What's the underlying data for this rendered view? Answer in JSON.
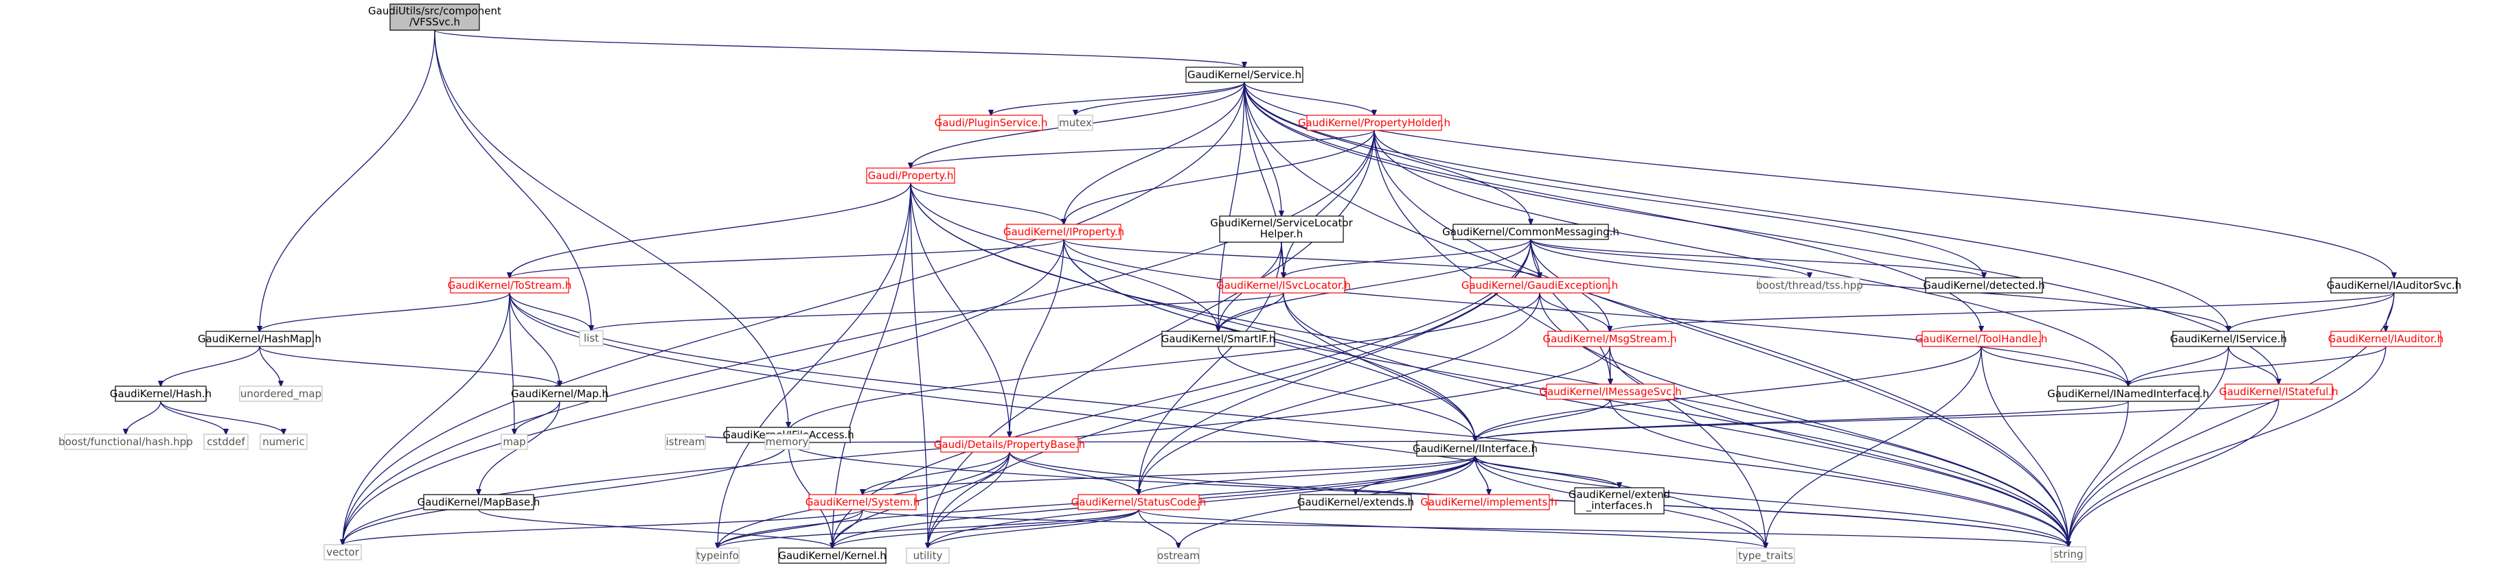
{
  "diagram": {
    "type": "include-dependency-graph",
    "nodes": [
      {
        "id": "root",
        "label": "GaudiUtils/src/component\n/VFSSvc.h",
        "style": "root"
      },
      {
        "id": "service",
        "label": "GaudiKernel/Service.h",
        "style": "plain"
      },
      {
        "id": "hashmap",
        "label": "GaudiKernel/HashMap.h",
        "style": "plain"
      },
      {
        "id": "ifileaccess",
        "label": "GaudiKernel/IFileAccess.h",
        "style": "plain"
      },
      {
        "id": "list",
        "label": "list",
        "style": "sys"
      },
      {
        "id": "vector",
        "label": "vector",
        "style": "sys"
      },
      {
        "id": "property",
        "label": "Gaudi/Property.h",
        "style": "red"
      },
      {
        "id": "pluginservice",
        "label": "Gaudi/PluginService.h",
        "style": "red"
      },
      {
        "id": "mutex",
        "label": "mutex",
        "style": "sys"
      },
      {
        "id": "propertyholder",
        "label": "GaudiKernel/PropertyHolder.h",
        "style": "red"
      },
      {
        "id": "servicelocatorhelper",
        "label": "GaudiKernel/ServiceLocator\nHelper.h",
        "style": "plain"
      },
      {
        "id": "commonmessaging",
        "label": "GaudiKernel/CommonMessaging.h",
        "style": "plain"
      },
      {
        "id": "iauditorsvc",
        "label": "GaudiKernel/IAuditorSvc.h",
        "style": "plain"
      },
      {
        "id": "iproperty",
        "label": "GaudiKernel/IProperty.h",
        "style": "red"
      },
      {
        "id": "tostream",
        "label": "GaudiKernel/ToStream.h",
        "style": "red"
      },
      {
        "id": "isvclocator",
        "label": "GaudiKernel/ISvcLocator.h",
        "style": "red"
      },
      {
        "id": "gaudiexception",
        "label": "GaudiKernel/GaudiException.h",
        "style": "red"
      },
      {
        "id": "threadtss",
        "label": "boost/thread/tss.hpp",
        "style": "sys"
      },
      {
        "id": "detected",
        "label": "GaudiKernel/detected.h",
        "style": "plain"
      },
      {
        "id": "smartif",
        "label": "GaudiKernel/SmartIF.h",
        "style": "plain"
      },
      {
        "id": "msgstream",
        "label": "GaudiKernel/MsgStream.h",
        "style": "red"
      },
      {
        "id": "toolhandle",
        "label": "GaudiKernel/ToolHandle.h",
        "style": "red"
      },
      {
        "id": "iservice",
        "label": "GaudiKernel/IService.h",
        "style": "plain"
      },
      {
        "id": "iauditor",
        "label": "GaudiKernel/IAuditor.h",
        "style": "red"
      },
      {
        "id": "hash",
        "label": "GaudiKernel/Hash.h",
        "style": "plain"
      },
      {
        "id": "unordered_map",
        "label": "unordered_map",
        "style": "sys"
      },
      {
        "id": "map_h",
        "label": "GaudiKernel/Map.h",
        "style": "plain"
      },
      {
        "id": "boosthash",
        "label": "boost/functional/hash.hpp",
        "style": "sys"
      },
      {
        "id": "cstddef",
        "label": "cstddef",
        "style": "sys"
      },
      {
        "id": "numeric",
        "label": "numeric",
        "style": "sys"
      },
      {
        "id": "map",
        "label": "map",
        "style": "sys"
      },
      {
        "id": "istream",
        "label": "istream",
        "style": "sys"
      },
      {
        "id": "memory",
        "label": "memory",
        "style": "sys"
      },
      {
        "id": "imessagesvc",
        "label": "GaudiKernel/IMessageSvc.h",
        "style": "red"
      },
      {
        "id": "inamedinterface",
        "label": "GaudiKernel/INamedInterface.h",
        "style": "plain"
      },
      {
        "id": "istateful",
        "label": "GaudiKernel/IStateful.h",
        "style": "red"
      },
      {
        "id": "propertybase",
        "label": "Gaudi/Details/PropertyBase.h",
        "style": "red"
      },
      {
        "id": "iinterface",
        "label": "GaudiKernel/IInterface.h",
        "style": "plain"
      },
      {
        "id": "mapbase",
        "label": "GaudiKernel/MapBase.h",
        "style": "plain"
      },
      {
        "id": "system",
        "label": "GaudiKernel/System.h",
        "style": "red"
      },
      {
        "id": "statuscode",
        "label": "GaudiKernel/StatusCode.h",
        "style": "red"
      },
      {
        "id": "extends",
        "label": "GaudiKernel/extends.h",
        "style": "plain"
      },
      {
        "id": "implements",
        "label": "GaudiKernel/implements.h",
        "style": "red"
      },
      {
        "id": "extendinterfaces",
        "label": "GaudiKernel/extend\n_interfaces.h",
        "style": "plain"
      },
      {
        "id": "kernel",
        "label": "GaudiKernel/Kernel.h",
        "style": "plain"
      },
      {
        "id": "typeinfo",
        "label": "typeinfo",
        "style": "sys"
      },
      {
        "id": "utility",
        "label": "utility",
        "style": "sys"
      },
      {
        "id": "ostream",
        "label": "ostream",
        "style": "sys"
      },
      {
        "id": "type_traits",
        "label": "type_traits",
        "style": "sys"
      },
      {
        "id": "string",
        "label": "string",
        "style": "sys"
      }
    ],
    "edges": [
      [
        "root",
        "service"
      ],
      [
        "root",
        "hashmap"
      ],
      [
        "root",
        "ifileaccess"
      ],
      [
        "root",
        "list"
      ],
      [
        "service",
        "vector"
      ],
      [
        "service",
        "property"
      ],
      [
        "service",
        "pluginservice"
      ],
      [
        "service",
        "mutex"
      ],
      [
        "service",
        "propertyholder"
      ],
      [
        "service",
        "servicelocatorhelper"
      ],
      [
        "service",
        "commonmessaging"
      ],
      [
        "service",
        "iauditorsvc"
      ],
      [
        "service",
        "iproperty"
      ],
      [
        "service",
        "isvclocator"
      ],
      [
        "service",
        "smartif"
      ],
      [
        "service",
        "toolhandle"
      ],
      [
        "service",
        "iservice"
      ],
      [
        "service",
        "istateful"
      ],
      [
        "service",
        "string"
      ],
      [
        "propertyholder",
        "property"
      ],
      [
        "propertyholder",
        "iproperty"
      ],
      [
        "propertyholder",
        "isvclocator"
      ],
      [
        "propertyholder",
        "detected"
      ],
      [
        "propertyholder",
        "inamedinterface"
      ],
      [
        "propertyholder",
        "vector"
      ],
      [
        "propertyholder",
        "utility"
      ],
      [
        "propertyholder",
        "string"
      ],
      [
        "propertyholder",
        "type_traits"
      ],
      [
        "property",
        "iproperty"
      ],
      [
        "property",
        "tostream"
      ],
      [
        "property",
        "propertybase"
      ],
      [
        "property",
        "smartif"
      ],
      [
        "property",
        "typeinfo"
      ],
      [
        "property",
        "kernel"
      ],
      [
        "property",
        "utility"
      ],
      [
        "property",
        "iinterface"
      ],
      [
        "property",
        "string"
      ],
      [
        "iproperty",
        "tostream"
      ],
      [
        "iproperty",
        "gaudiexception"
      ],
      [
        "iproperty",
        "propertybase"
      ],
      [
        "iproperty",
        "vector"
      ],
      [
        "iproperty",
        "iinterface"
      ],
      [
        "iproperty",
        "inamedinterface"
      ],
      [
        "iproperty",
        "string"
      ],
      [
        "servicelocatorhelper",
        "isvclocator"
      ],
      [
        "servicelocatorhelper",
        "smartif"
      ],
      [
        "servicelocatorhelper",
        "statuscode"
      ],
      [
        "commonmessaging",
        "isvclocator"
      ],
      [
        "commonmessaging",
        "gaudiexception"
      ],
      [
        "commonmessaging",
        "msgstream"
      ],
      [
        "commonmessaging",
        "imessagesvc"
      ],
      [
        "commonmessaging",
        "threadtss"
      ],
      [
        "commonmessaging",
        "detected"
      ],
      [
        "commonmessaging",
        "iservice"
      ],
      [
        "commonmessaging",
        "smartif"
      ],
      [
        "commonmessaging",
        "statuscode"
      ],
      [
        "commonmessaging",
        "utility"
      ],
      [
        "commonmessaging",
        "kernel"
      ],
      [
        "isvclocator",
        "smartif"
      ],
      [
        "isvclocator",
        "list"
      ],
      [
        "isvclocator",
        "iinterface"
      ],
      [
        "isvclocator",
        "string"
      ],
      [
        "gaudiexception",
        "msgstream"
      ],
      [
        "gaudiexception",
        "statuscode"
      ],
      [
        "gaudiexception",
        "string"
      ],
      [
        "gaudiexception",
        "memory"
      ],
      [
        "smartif",
        "iinterface"
      ],
      [
        "msgstream",
        "imessagesvc"
      ],
      [
        "msgstream",
        "string"
      ],
      [
        "msgstream",
        "vector"
      ],
      [
        "imessagesvc",
        "iinterface"
      ],
      [
        "imessagesvc",
        "string"
      ],
      [
        "toolhandle",
        "inamedinterface"
      ],
      [
        "toolhandle",
        "type_traits"
      ],
      [
        "toolhandle",
        "string"
      ],
      [
        "toolhandle",
        "iinterface"
      ],
      [
        "iauditorsvc",
        "iservice"
      ],
      [
        "iauditorsvc",
        "iauditor"
      ],
      [
        "iauditorsvc",
        "string"
      ],
      [
        "iauditorsvc",
        "msgstream"
      ],
      [
        "iauditor",
        "inamedinterface"
      ],
      [
        "iauditor",
        "string"
      ],
      [
        "iservice",
        "istateful"
      ],
      [
        "iservice",
        "inamedinterface"
      ],
      [
        "iservice",
        "string"
      ],
      [
        "istateful",
        "iinterface"
      ],
      [
        "istateful",
        "string"
      ],
      [
        "inamedinterface",
        "iinterface"
      ],
      [
        "inamedinterface",
        "string"
      ],
      [
        "tostream",
        "hashmap"
      ],
      [
        "tostream",
        "map_h"
      ],
      [
        "tostream",
        "list"
      ],
      [
        "tostream",
        "vector"
      ],
      [
        "tostream",
        "map"
      ],
      [
        "tostream",
        "string"
      ],
      [
        "tostream",
        "type_traits"
      ],
      [
        "hashmap",
        "hash"
      ],
      [
        "hashmap",
        "unordered_map"
      ],
      [
        "hashmap",
        "map_h"
      ],
      [
        "hash",
        "boosthash"
      ],
      [
        "hash",
        "cstddef"
      ],
      [
        "hash",
        "numeric"
      ],
      [
        "map_h",
        "map"
      ],
      [
        "map_h",
        "mapbase"
      ],
      [
        "mapbase",
        "kernel"
      ],
      [
        "ifileaccess",
        "istream"
      ],
      [
        "ifileaccess",
        "memory"
      ],
      [
        "ifileaccess",
        "vector"
      ],
      [
        "ifileaccess",
        "iinterface"
      ],
      [
        "ifileaccess",
        "string"
      ],
      [
        "ifileaccess",
        "kernel"
      ],
      [
        "propertybase",
        "system"
      ],
      [
        "propertybase",
        "statuscode"
      ],
      [
        "propertybase",
        "kernel"
      ],
      [
        "propertybase",
        "string"
      ],
      [
        "propertybase",
        "typeinfo"
      ],
      [
        "propertybase",
        "utility"
      ],
      [
        "iinterface",
        "system"
      ],
      [
        "iinterface",
        "statuscode"
      ],
      [
        "iinterface",
        "extends"
      ],
      [
        "iinterface",
        "implements"
      ],
      [
        "iinterface",
        "extendinterfaces"
      ],
      [
        "iinterface",
        "kernel"
      ],
      [
        "iinterface",
        "typeinfo"
      ],
      [
        "iinterface",
        "utility"
      ],
      [
        "iinterface",
        "ostream"
      ],
      [
        "iinterface",
        "type_traits"
      ],
      [
        "iinterface",
        "string"
      ],
      [
        "extends",
        "iinterface"
      ],
      [
        "implements",
        "iinterface"
      ],
      [
        "extendinterfaces",
        "iinterface"
      ],
      [
        "system",
        "kernel"
      ],
      [
        "system",
        "typeinfo"
      ],
      [
        "system",
        "vector"
      ],
      [
        "system",
        "string"
      ],
      [
        "statuscode",
        "kernel"
      ],
      [
        "statuscode",
        "ostream"
      ],
      [
        "statuscode",
        "utility"
      ],
      [
        "statuscode",
        "type_traits"
      ],
      [
        "statuscode",
        "typeinfo"
      ]
    ]
  }
}
